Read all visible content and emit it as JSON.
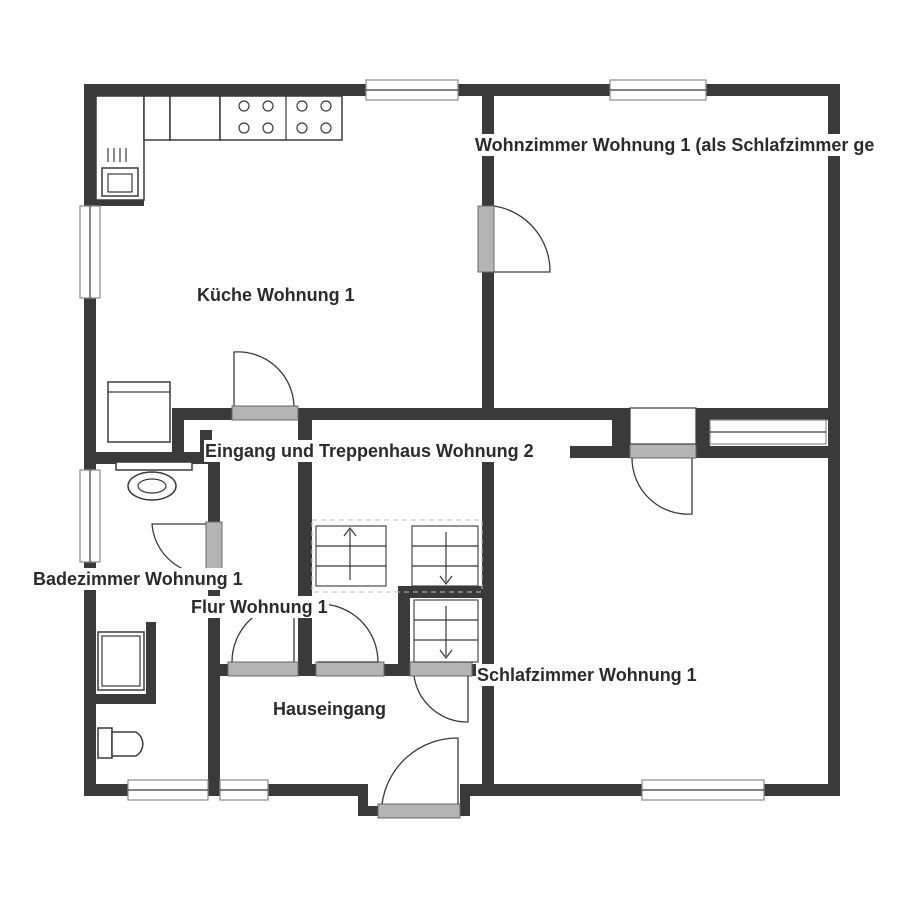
{
  "rooms": {
    "kueche": "Küche Wohnung 1",
    "wohnzimmer": "Wohnzimmer Wohnung 1 (als Schlafzimmer ge",
    "treppenhaus": "Eingang und Treppenhaus Wohnung 2",
    "badezimmer": "Badezimmer Wohnung 1",
    "flur": "Flur Wohnung 1",
    "schlafzimmer": "Schlafzimmer Wohnung 1",
    "hauseingang": "Hauseingang"
  }
}
